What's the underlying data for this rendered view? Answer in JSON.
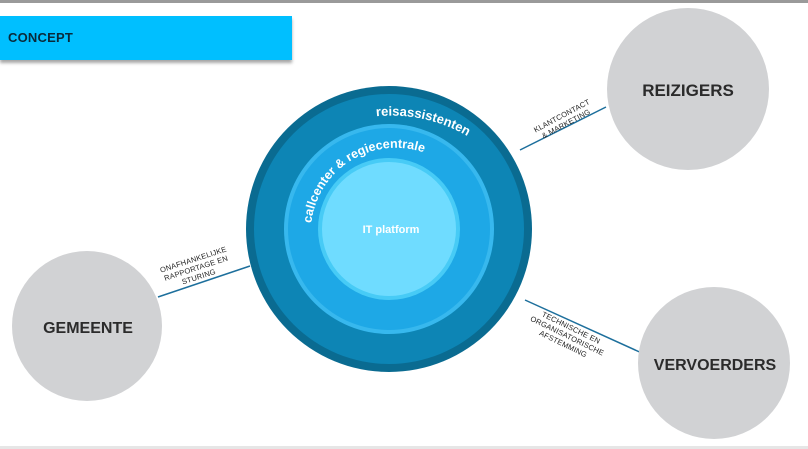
{
  "header": {
    "title": "CONCEPT"
  },
  "core": {
    "outer_ring": "reisassistenten",
    "middle_ring": "callcenter & regiecentrale",
    "center": "IT platform"
  },
  "stakeholders": {
    "reizigers": "REIZIGERS",
    "gemeente": "GEMEENTE",
    "vervoerders": "VERVOERDERS"
  },
  "links": {
    "reizigers": {
      "line1": "KLANTCONTACT",
      "line2": "& MARKETING"
    },
    "gemeente": {
      "line1": "ONAFHANKELIJKE",
      "line2": "RAPPORTAGE EN",
      "line3": "STURING"
    },
    "vervoerders": {
      "line1": "TECHNISCHE EN",
      "line2": "ORGANISATORISCHE",
      "line3": "AFSTEMMING"
    }
  },
  "colors": {
    "header": "#00bfff",
    "outer_ring_dark": "#0a6b91",
    "outer_ring": "#0d85b5",
    "middle_ring": "#1ea8e6",
    "inner_ring": "#3cc4f5",
    "center": "#6fdcff",
    "stakeholder_circle": "#d1d2d4",
    "connector": "#1d6f9c"
  }
}
